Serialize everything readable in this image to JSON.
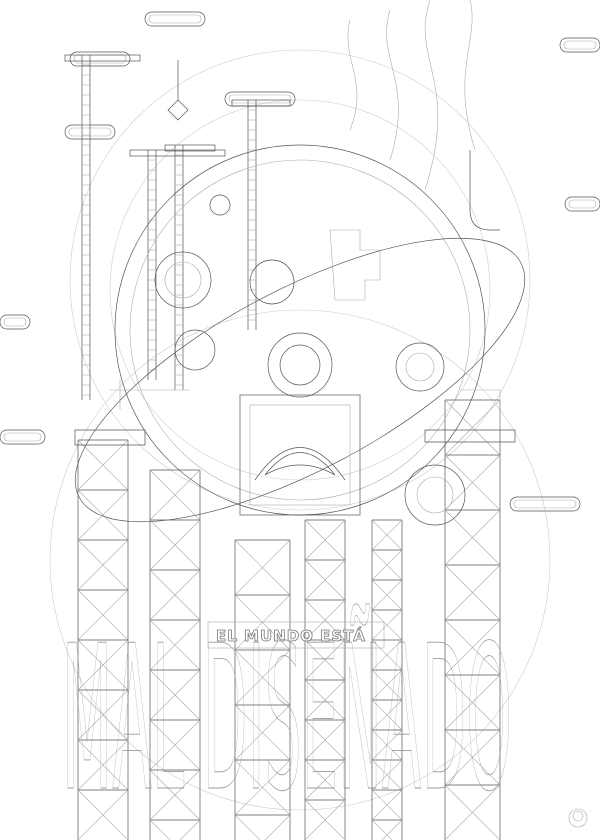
{
  "poster": {
    "headline": "EL MUNDO ESTÁ",
    "title": "MAL DISEÑADO",
    "logo_icon": "circular-badge-logo",
    "colors": {
      "background": "#ffffff",
      "line": "#555555",
      "light_line": "#bbbbbb"
    }
  }
}
